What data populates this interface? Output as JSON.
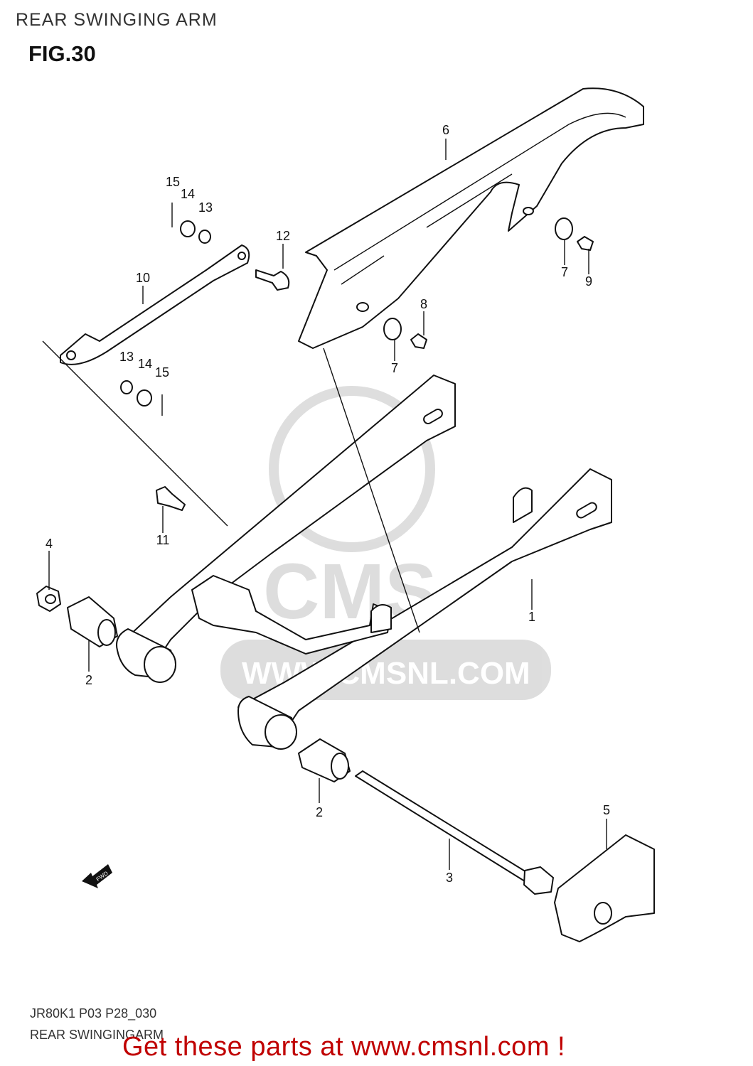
{
  "header": {
    "title": "REAR SWINGING ARM",
    "figure": "FIG.30"
  },
  "diagram": {
    "callouts": [
      "15",
      "14",
      "13",
      "12",
      "10",
      "6",
      "7",
      "9",
      "8",
      "7",
      "13",
      "14",
      "15",
      "11",
      "4",
      "2",
      "1",
      "2",
      "5",
      "3"
    ],
    "watermark": {
      "logo_text": "CMS",
      "url_text": "WWW.CMSNL.COM"
    },
    "direction_badge": "FWD"
  },
  "footer": {
    "code": "JR80K1 P03 P28_030",
    "subtitle": "REAR SWINGINGARM",
    "promo": "Get these parts at www.cmsnl.com !",
    "promo_color": "#c00000"
  }
}
